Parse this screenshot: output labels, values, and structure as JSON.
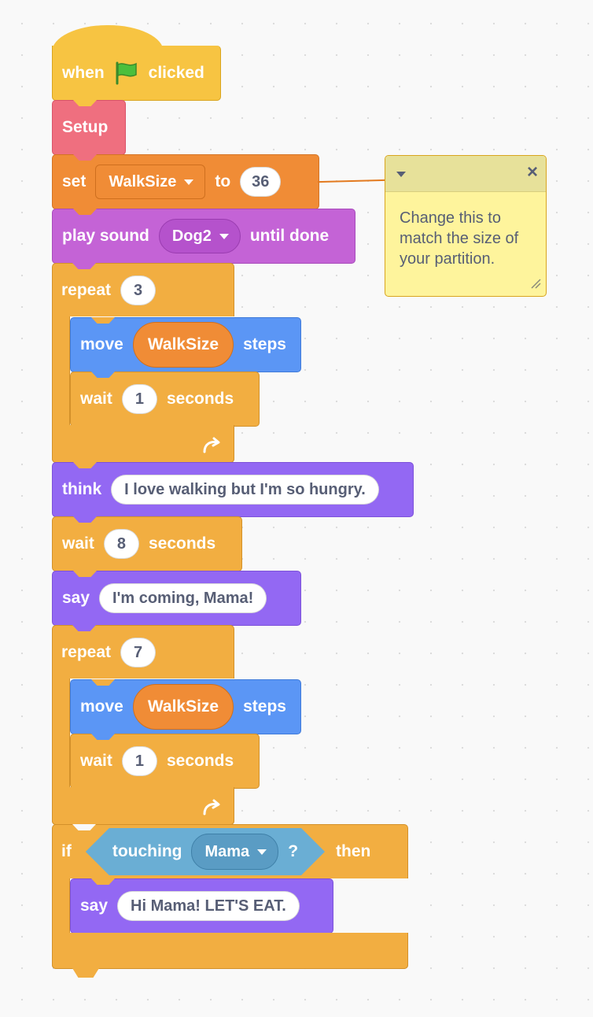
{
  "hat": {
    "when": "when",
    "clicked": "clicked",
    "flag_icon": "green-flag-icon"
  },
  "setup": {
    "label": "Setup"
  },
  "set_var": {
    "set": "set",
    "variable": "WalkSize",
    "to": "to",
    "value": "36"
  },
  "play_sound": {
    "label": "play sound",
    "sound": "Dog2",
    "suffix": "until done"
  },
  "repeat1": {
    "label": "repeat",
    "count": "3"
  },
  "move1": {
    "label": "move",
    "reporter": "WalkSize",
    "suffix": "steps"
  },
  "wait1": {
    "label": "wait",
    "value": "1",
    "suffix": "seconds"
  },
  "think": {
    "label": "think",
    "text": "I love walking but I'm so hungry."
  },
  "wait2": {
    "label": "wait",
    "value": "8",
    "suffix": "seconds"
  },
  "say1": {
    "label": "say",
    "text": "I'm coming, Mama!"
  },
  "repeat2": {
    "label": "repeat",
    "count": "7"
  },
  "move2": {
    "label": "move",
    "reporter": "WalkSize",
    "suffix": "steps"
  },
  "wait3": {
    "label": "wait",
    "value": "1",
    "suffix": "seconds"
  },
  "if_block": {
    "if": "if",
    "touching": "touching",
    "target": "Mama",
    "question": "?",
    "then": "then"
  },
  "say2": {
    "label": "say",
    "text": "Hi Mama! LET'S EAT."
  },
  "comment": {
    "text": "Change this to match the size of your partition."
  },
  "colors": {
    "events": "#f7c442",
    "custom": "#ef6f7f",
    "variables": "#f08c36",
    "sound": "#c463d6",
    "control": "#f2ae41",
    "motion": "#5b96f5",
    "looks": "#9368f3",
    "sensing": "#6aaed4",
    "comment": "#fef49c"
  }
}
